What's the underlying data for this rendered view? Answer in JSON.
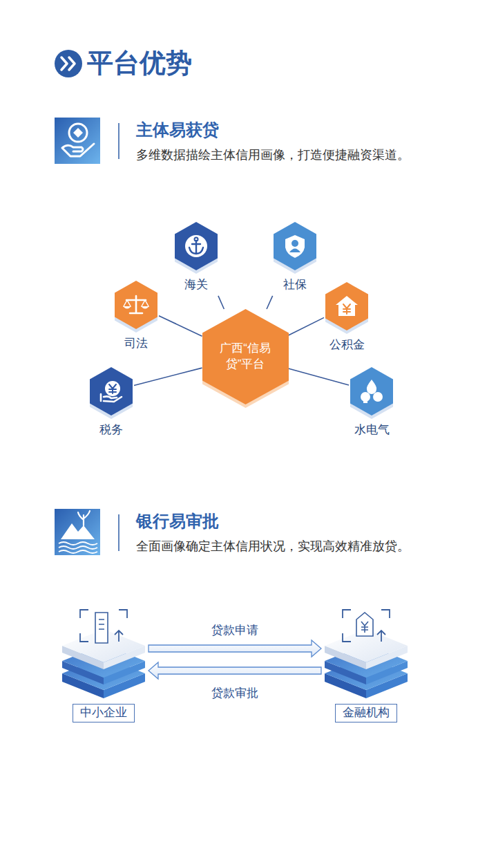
{
  "diagram": {
    "title": "平台优势",
    "nodes": [
      {
        "text": [
          "广西“信易贷”平台"
        ]
      },
      {
        "text": [
          "海关"
        ]
      },
      {
        "text": [
          "社保"
        ]
      },
      {
        "text": [
          "司法"
        ]
      },
      {
        "text": [
          "公积金"
        ]
      },
      {
        "text": [
          "税务"
        ]
      },
      {
        "text": [
          "水电气"
        ]
      },
      {
        "text": [
          "中小企业"
        ]
      },
      {
        "text": [
          "金融机构"
        ]
      }
    ],
    "edges": [
      {
        "from": 0,
        "to": 1,
        "arrow": "none"
      },
      {
        "from": 0,
        "to": 2,
        "arrow": "none"
      },
      {
        "from": 0,
        "to": 3,
        "arrow": "none"
      },
      {
        "from": 0,
        "to": 4,
        "arrow": "none"
      },
      {
        "from": 0,
        "to": 5,
        "arrow": "none"
      },
      {
        "from": 0,
        "to": 6,
        "arrow": "none"
      },
      {
        "from": 7,
        "to": 8,
        "label": "贷款申请",
        "arrow": "to"
      },
      {
        "from": 8,
        "to": 7,
        "label": "贷款审批",
        "arrow": "to"
      }
    ],
    "labels": [
      "主体易获贷",
      "多维数据描绘主体信用画像，打造便捷融资渠道。",
      "银行易审批",
      "全面画像确定主体信用状况，实现高效精准放贷。"
    ]
  }
}
